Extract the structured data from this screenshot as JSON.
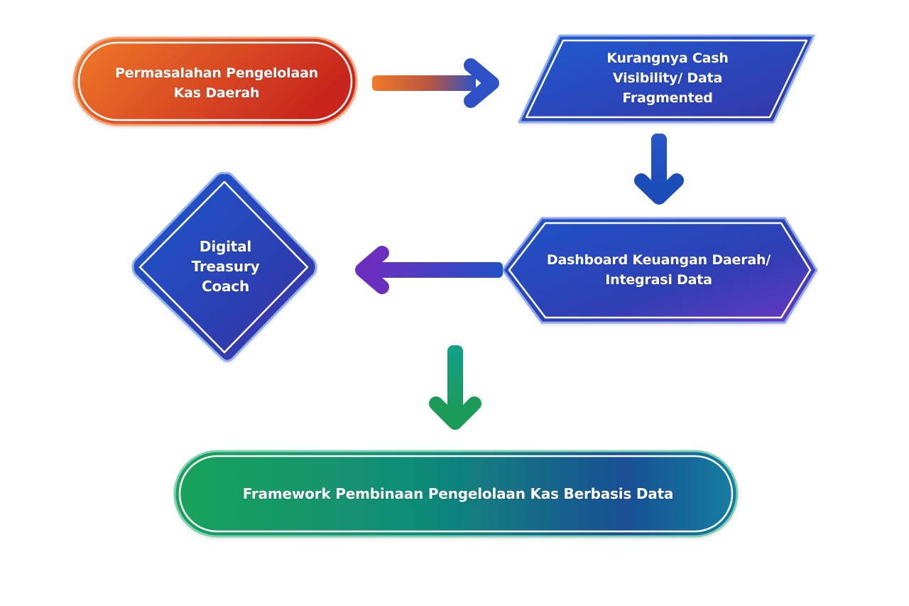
{
  "nodes": {
    "problem": {
      "lines": [
        "Permasalahan Pengelolaan",
        "Kas Daerah"
      ]
    },
    "visibility": {
      "lines": [
        "Kurangnya Cash",
        "Visibility/ Data",
        "Fragmented"
      ]
    },
    "dashboard": {
      "lines": [
        "Dashboard Keuangan Daerah/",
        "Integrasi Data"
      ]
    },
    "coach": {
      "lines": [
        "Digital",
        "Treasury",
        "Coach"
      ]
    },
    "framework": {
      "lines": [
        "Framework Pembinaan Pengelolaan Kas Berbasis Data"
      ]
    }
  },
  "colors": {
    "orange_start": "#f07a2a",
    "orange_end": "#c8261e",
    "blue_start": "#1f54c9",
    "blue_end": "#3a33a8",
    "purple": "#6a34c0",
    "green_start": "#18a35c",
    "teal": "#0f8a8c",
    "navy": "#1a3d8f",
    "border": "#ffffff"
  }
}
